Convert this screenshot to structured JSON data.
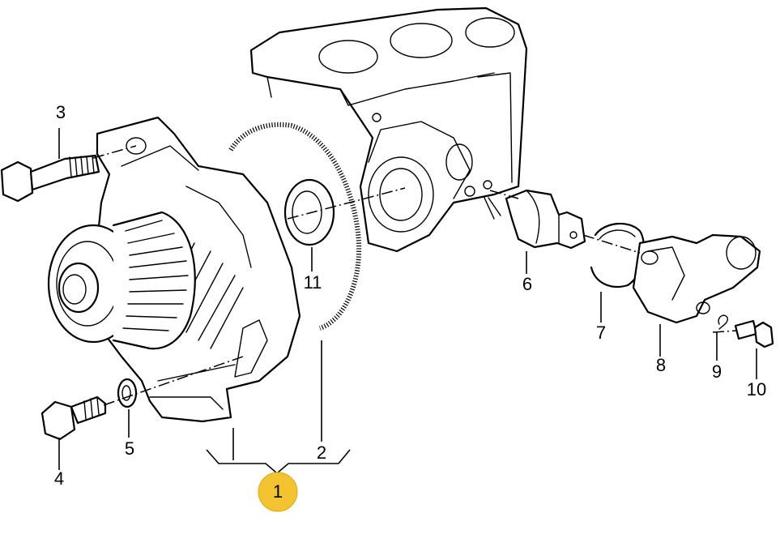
{
  "callouts": [
    {
      "id": "1",
      "text": "1",
      "highlighted": true
    },
    {
      "id": "2",
      "text": "2"
    },
    {
      "id": "3",
      "text": "3"
    },
    {
      "id": "4",
      "text": "4"
    },
    {
      "id": "5",
      "text": "5"
    },
    {
      "id": "6",
      "text": "6"
    },
    {
      "id": "7",
      "text": "7"
    },
    {
      "id": "8",
      "text": "8"
    },
    {
      "id": "9",
      "text": "9"
    },
    {
      "id": "10",
      "text": "10"
    },
    {
      "id": "11",
      "text": "11"
    }
  ],
  "colors": {
    "highlight": "#f4c430",
    "line": "#000000",
    "background": "#ffffff"
  }
}
